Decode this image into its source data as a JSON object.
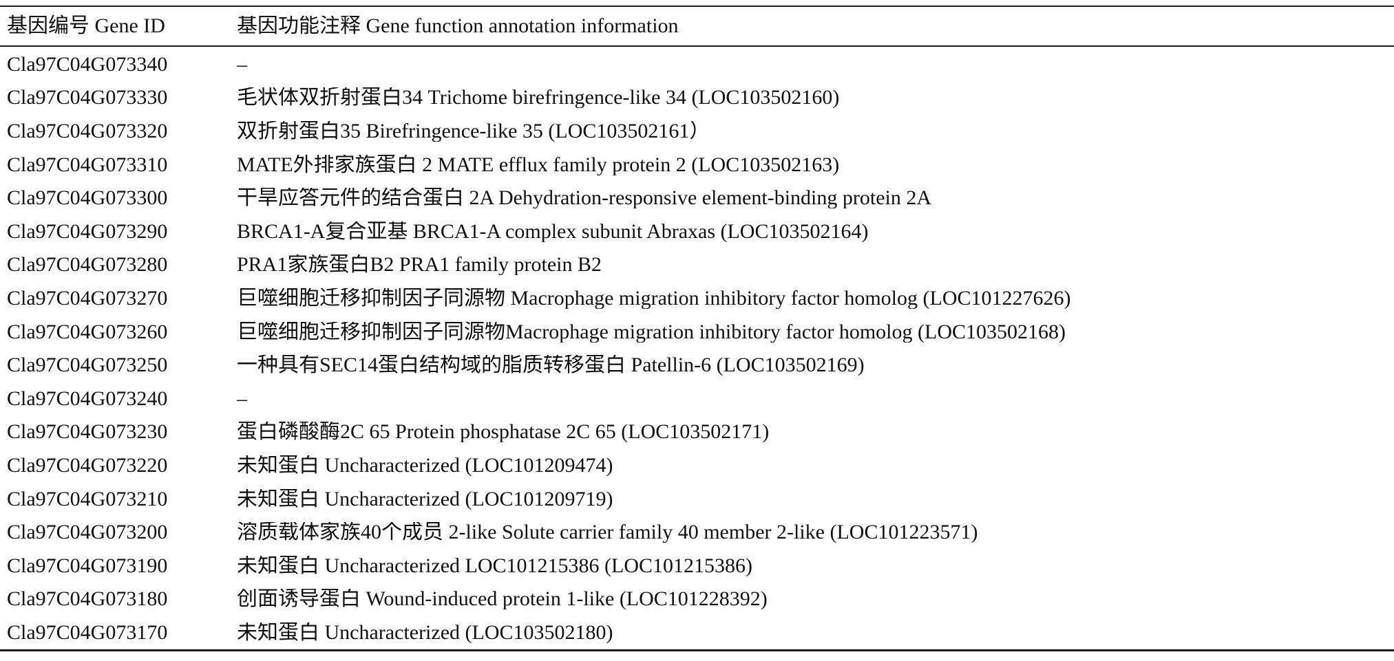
{
  "table": {
    "headers": {
      "gene_id": "基因编号 Gene ID",
      "function": "基因功能注释 Gene function annotation information"
    },
    "rows": [
      {
        "gene_id": "Cla97C04G073340",
        "function": "–"
      },
      {
        "gene_id": "Cla97C04G073330",
        "function": "毛状体双折射蛋白34 Trichome birefringence-like 34 (LOC103502160)"
      },
      {
        "gene_id": "Cla97C04G073320",
        "function": "双折射蛋白35 Birefringence-like 35 (LOC103502161）"
      },
      {
        "gene_id": "Cla97C04G073310",
        "function": "MATE外排家族蛋白 2 MATE efflux family protein 2 (LOC103502163)"
      },
      {
        "gene_id": "Cla97C04G073300",
        "function": "干旱应答元件的结合蛋白 2A Dehydration-responsive element-binding protein 2A"
      },
      {
        "gene_id": "Cla97C04G073290",
        "function": "BRCA1-A复合亚基 BRCA1-A complex subunit Abraxas (LOC103502164)"
      },
      {
        "gene_id": "Cla97C04G073280",
        "function": "PRA1家族蛋白B2 PRA1 family protein B2"
      },
      {
        "gene_id": "Cla97C04G073270",
        "function": "巨噬细胞迁移抑制因子同源物 Macrophage migration inhibitory factor homolog (LOC101227626)"
      },
      {
        "gene_id": "Cla97C04G073260",
        "function": "巨噬细胞迁移抑制因子同源物Macrophage migration inhibitory factor homolog (LOC103502168)"
      },
      {
        "gene_id": "Cla97C04G073250",
        "function": "一种具有SEC14蛋白结构域的脂质转移蛋白 Patellin-6 (LOC103502169)"
      },
      {
        "gene_id": "Cla97C04G073240",
        "function": "–"
      },
      {
        "gene_id": "Cla97C04G073230",
        "function": "蛋白磷酸酶2C 65 Protein phosphatase 2C 65 (LOC103502171)"
      },
      {
        "gene_id": "Cla97C04G073220",
        "function": "未知蛋白 Uncharacterized (LOC101209474)"
      },
      {
        "gene_id": "Cla97C04G073210",
        "function": "未知蛋白 Uncharacterized (LOC101209719)"
      },
      {
        "gene_id": "Cla97C04G073200",
        "function": "溶质载体家族40个成员 2-like Solute carrier family 40 member 2-like (LOC101223571)"
      },
      {
        "gene_id": "Cla97C04G073190",
        "function": "未知蛋白 Uncharacterized LOC101215386 (LOC101215386)"
      },
      {
        "gene_id": "Cla97C04G073180",
        "function": "创面诱导蛋白 Wound-induced protein 1-like (LOC101228392)"
      },
      {
        "gene_id": "Cla97C04G073170",
        "function": "未知蛋白 Uncharacterized (LOC103502180)"
      }
    ]
  }
}
